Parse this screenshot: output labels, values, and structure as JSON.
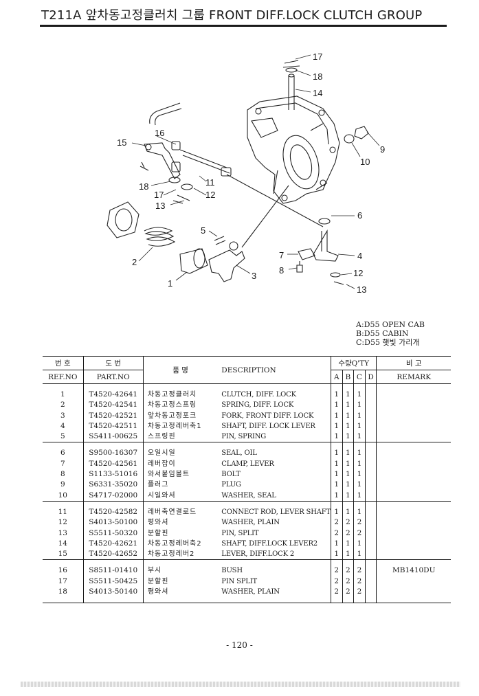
{
  "header": {
    "title": "T211A 앞차동고정클러치 그룹 FRONT DIFF.LOCK CLUTCH GROUP"
  },
  "diagram": {
    "callouts": [
      "17",
      "18",
      "14",
      "16",
      "15",
      "9",
      "10",
      "18",
      "17",
      "11",
      "12",
      "13",
      "6",
      "5",
      "2",
      "7",
      "4",
      "8",
      "12",
      "1",
      "3",
      "13"
    ]
  },
  "variants": [
    "A:D55 OPEN CAB",
    "B:D55 CABIN",
    "C:D55 햇빛 가리개"
  ],
  "table": {
    "headers": {
      "ref_ko": "번  호",
      "ref_en": "REF.NO",
      "part_ko": "도   번",
      "part_en": "PART.NO",
      "name_ko": "품      명",
      "desc": "DESCRIPTION",
      "qty": "수량Q'TY",
      "cols": [
        "A",
        "B",
        "C",
        "D"
      ],
      "remark_ko": "비   고",
      "remark_en": "REMARK"
    },
    "groups": [
      [
        {
          "ref": "1",
          "part": "T4520-42641",
          "name": "차동고정클러치",
          "desc": "CLUTCH, DIFF. LOCK",
          "a": "1",
          "b": "1",
          "c": "1",
          "d": "",
          "remark": ""
        },
        {
          "ref": "2",
          "part": "T4520-42541",
          "name": "차동고정스프링",
          "desc": "SPRING, DIFF. LOCK",
          "a": "1",
          "b": "1",
          "c": "1",
          "d": "",
          "remark": ""
        },
        {
          "ref": "3",
          "part": "T4520-42521",
          "name": "앞차동고정포크",
          "desc": "FORK, FRONT DIFF. LOCK",
          "a": "1",
          "b": "1",
          "c": "1",
          "d": "",
          "remark": ""
        },
        {
          "ref": "4",
          "part": "T4520-42511",
          "name": "차동고정레버축1",
          "desc": "SHAFT, DIFF. LOCK LEVER",
          "a": "1",
          "b": "1",
          "c": "1",
          "d": "",
          "remark": ""
        },
        {
          "ref": "5",
          "part": "S5411-00625",
          "name": "스프링핀",
          "desc": "PIN, SPRING",
          "a": "1",
          "b": "1",
          "c": "1",
          "d": "",
          "remark": ""
        }
      ],
      [
        {
          "ref": "6",
          "part": "S9500-16307",
          "name": "오일시일",
          "desc": "SEAL, OIL",
          "a": "1",
          "b": "1",
          "c": "1",
          "d": "",
          "remark": ""
        },
        {
          "ref": "7",
          "part": "T4520-42561",
          "name": "레버잡이",
          "desc": "CLAMP, LEVER",
          "a": "1",
          "b": "1",
          "c": "1",
          "d": "",
          "remark": ""
        },
        {
          "ref": "8",
          "part": "S1133-51016",
          "name": "와서붙임볼트",
          "desc": "BOLT",
          "a": "1",
          "b": "1",
          "c": "1",
          "d": "",
          "remark": ""
        },
        {
          "ref": "9",
          "part": "S6331-35020",
          "name": "플러그",
          "desc": "PLUG",
          "a": "1",
          "b": "1",
          "c": "1",
          "d": "",
          "remark": ""
        },
        {
          "ref": "10",
          "part": "S4717-02000",
          "name": "시일와셔",
          "desc": "WASHER, SEAL",
          "a": "1",
          "b": "1",
          "c": "1",
          "d": "",
          "remark": ""
        }
      ],
      [
        {
          "ref": "11",
          "part": "T4520-42582",
          "name": "레버축연결로드",
          "desc": "CONNECT ROD, LEVER SHAFT",
          "a": "1",
          "b": "1",
          "c": "1",
          "d": "",
          "remark": ""
        },
        {
          "ref": "12",
          "part": "S4013-50100",
          "name": "평와셔",
          "desc": "WASHER, PLAIN",
          "a": "2",
          "b": "2",
          "c": "2",
          "d": "",
          "remark": ""
        },
        {
          "ref": "13",
          "part": "S5511-50320",
          "name": "분할핀",
          "desc": "PIN, SPLIT",
          "a": "2",
          "b": "2",
          "c": "2",
          "d": "",
          "remark": ""
        },
        {
          "ref": "14",
          "part": "T4520-42621",
          "name": "차동고정레버축2",
          "desc": "SHAFT, DIFF.LOCK LEVER2",
          "a": "1",
          "b": "1",
          "c": "1",
          "d": "",
          "remark": ""
        },
        {
          "ref": "15",
          "part": "T4520-42652",
          "name": "차동고정레버2",
          "desc": "LEVER, DIFF.LOCK 2",
          "a": "1",
          "b": "1",
          "c": "1",
          "d": "",
          "remark": ""
        }
      ],
      [
        {
          "ref": "16",
          "part": "S8511-01410",
          "name": "부시",
          "desc": "BUSH",
          "a": "2",
          "b": "2",
          "c": "2",
          "d": "",
          "remark": "MB1410DU"
        },
        {
          "ref": "17",
          "part": "S5511-50425",
          "name": "분할핀",
          "desc": "PIN SPLIT",
          "a": "2",
          "b": "2",
          "c": "2",
          "d": "",
          "remark": ""
        },
        {
          "ref": "18",
          "part": "S4013-50140",
          "name": "평와셔",
          "desc": "WASHER, PLAIN",
          "a": "2",
          "b": "2",
          "c": "2",
          "d": "",
          "remark": ""
        }
      ]
    ]
  },
  "footer": {
    "page": "- 120 -"
  }
}
